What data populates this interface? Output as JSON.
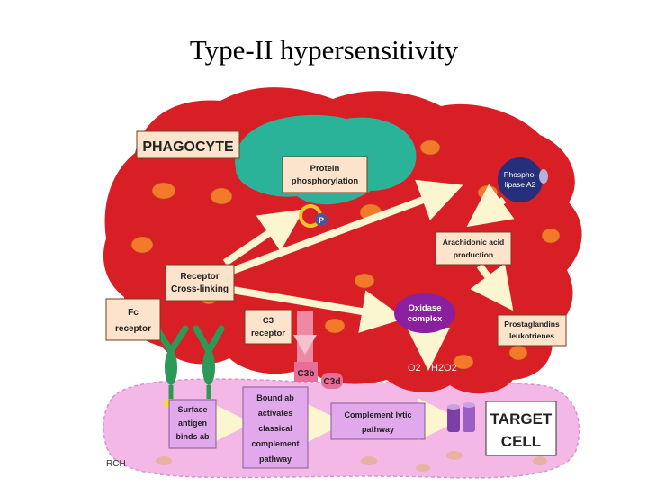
{
  "title": "Type-II hypersensitivity",
  "labels": {
    "phagocyte": "PHAGOCYTE",
    "protein_phosphorylation": [
      "Protein",
      "phosphorylation"
    ],
    "phospholipase": [
      "Phospho-",
      "lipase A2"
    ],
    "arachidonic": [
      "Arachidonic acid",
      "production"
    ],
    "receptor_crosslinking": [
      "Receptor",
      "Cross-linking"
    ],
    "fc_receptor": [
      "Fc",
      "receptor"
    ],
    "c3_receptor": [
      "C3",
      "receptor"
    ],
    "oxidase": [
      "Oxidase",
      "complex"
    ],
    "prostaglandins": [
      "Prostaglandins",
      "leukotrienes"
    ],
    "c3b": "C3b",
    "c3d": "C3d",
    "o2": "O2",
    "h2o2": "H2O2",
    "surface_antigen": [
      "Surface",
      "antigen",
      "binds ab"
    ],
    "bound_ab": [
      "Bound ab",
      "activates",
      "classical",
      "complement",
      "pathway"
    ],
    "complement_lytic": [
      "Complement lytic",
      "pathway"
    ],
    "target_cell": [
      "TARGET",
      "CELL"
    ],
    "phosphate": "P",
    "credit": "RCH"
  },
  "colors": {
    "phagocyte": "#d81f26",
    "teal": "#2bb39a",
    "orange_granule": "#f27a2a",
    "target_cell": "#f3b8e6",
    "label_box": "#fbe3cc",
    "lilac_box": "#e2a8ec",
    "navy": "#26307a",
    "purple": "#8a1fa0",
    "arrow": "#fbf6cf"
  }
}
